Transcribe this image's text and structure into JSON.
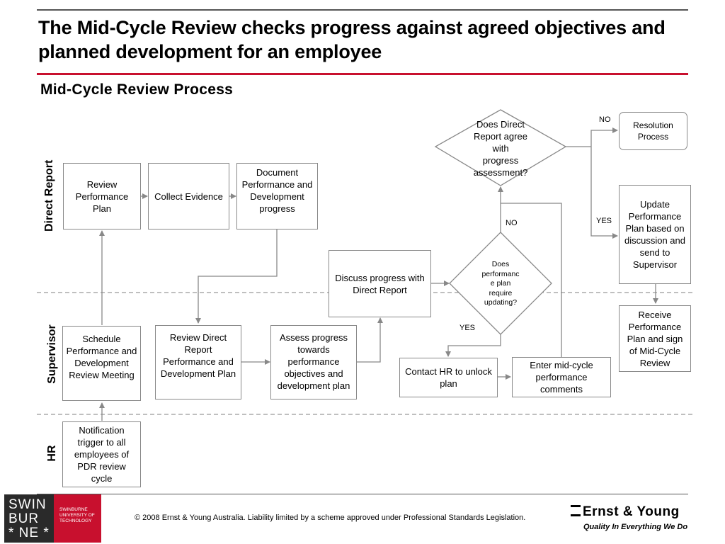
{
  "header": {
    "title": "The Mid-Cycle Review checks progress against agreed objectives and planned development for an employee",
    "subtitle": "Mid-Cycle Review Process"
  },
  "lanes": {
    "direct_report": "Direct Report",
    "supervisor": "Supervisor",
    "hr": "HR"
  },
  "nodes": {
    "review_plan": "Review Performance Plan",
    "collect_evidence": "Collect Evidence",
    "document_progress": "Document Performance and Development progress",
    "schedule_meeting": "Schedule Performance and Development Review Meeting",
    "review_direct_report_plan": "Review Direct Report Performance and Development Plan",
    "assess_progress": "Assess progress towards performance objectives and development plan",
    "discuss_progress": "Discuss progress with Direct Report",
    "contact_hr": "Contact HR to unlock plan",
    "enter_comments": "Enter mid-cycle performance comments",
    "notification": "Notification trigger to all employees of PDR review cycle",
    "resolution": "Resolution Process",
    "update_plan": "Update Performance Plan based on discussion and send to Supervisor",
    "receive_plan": "Receive Performance Plan and sign of Mid-Cycle Review"
  },
  "decisions": {
    "agree": "Does Direct\nReport agree\nwith\nprogress\nassessment?",
    "update": "Does\nperformanc\ne plan\nrequire\nupdating?"
  },
  "edge_labels": {
    "agree_no": "NO",
    "agree_yes": "YES",
    "update_no": "NO",
    "update_yes": "YES"
  },
  "footer": {
    "university_logo": "SWIN\nBUR\n* NE *",
    "university_name": "SWINBURNE\nUNIVERSITY OF\nTECHNOLOGY",
    "copyright": "© 2008 Ernst & Young Australia. Liability limited by a scheme approved under Professional Standards Legislation.",
    "company": "Ernst & Young",
    "tagline": "Quality In Everything We Do"
  },
  "colors": {
    "accent_red": "#c8102e",
    "box_border": "#888888",
    "connector": "#888888"
  }
}
